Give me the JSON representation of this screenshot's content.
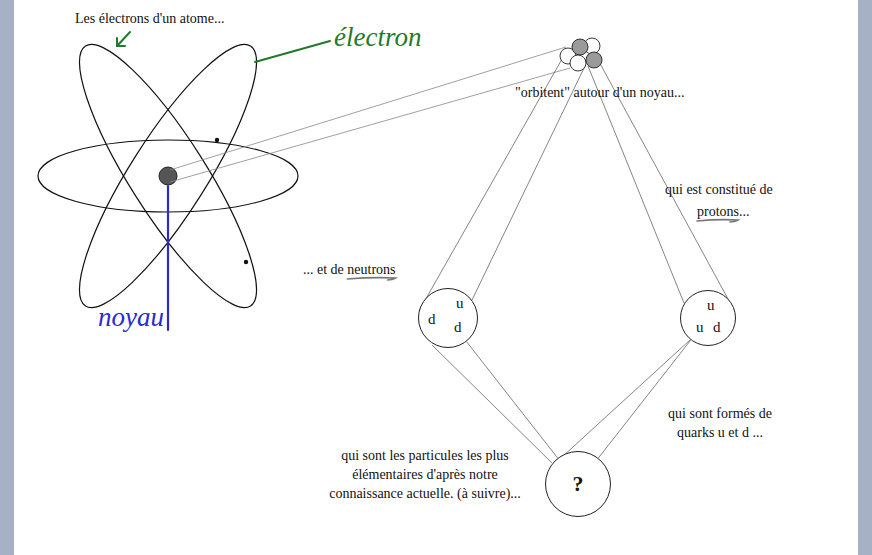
{
  "diagram": {
    "nodes": [
      {
        "text": [
          "d",
          "u",
          "d"
        ]
      },
      {
        "text": [
          "u",
          "u",
          "d"
        ]
      },
      {
        "text": [
          "?"
        ]
      }
    ],
    "edges": [
      {
        "from": 0,
        "to": 2,
        "arrow": "none"
      },
      {
        "from": 1,
        "to": 2,
        "arrow": "none"
      }
    ],
    "labels": [
      "Les électrons d'un atome...",
      "électron",
      "\"orbitent\" autour d'un noyau...",
      "qui est constitué de",
      "protons...",
      "... et de neutrons",
      "noyau",
      "qui sont formés de quarks u et d ...",
      "qui sont les particules les plus élémentaires d'après notre connaissance actuelle. (à suivre)..."
    ]
  }
}
